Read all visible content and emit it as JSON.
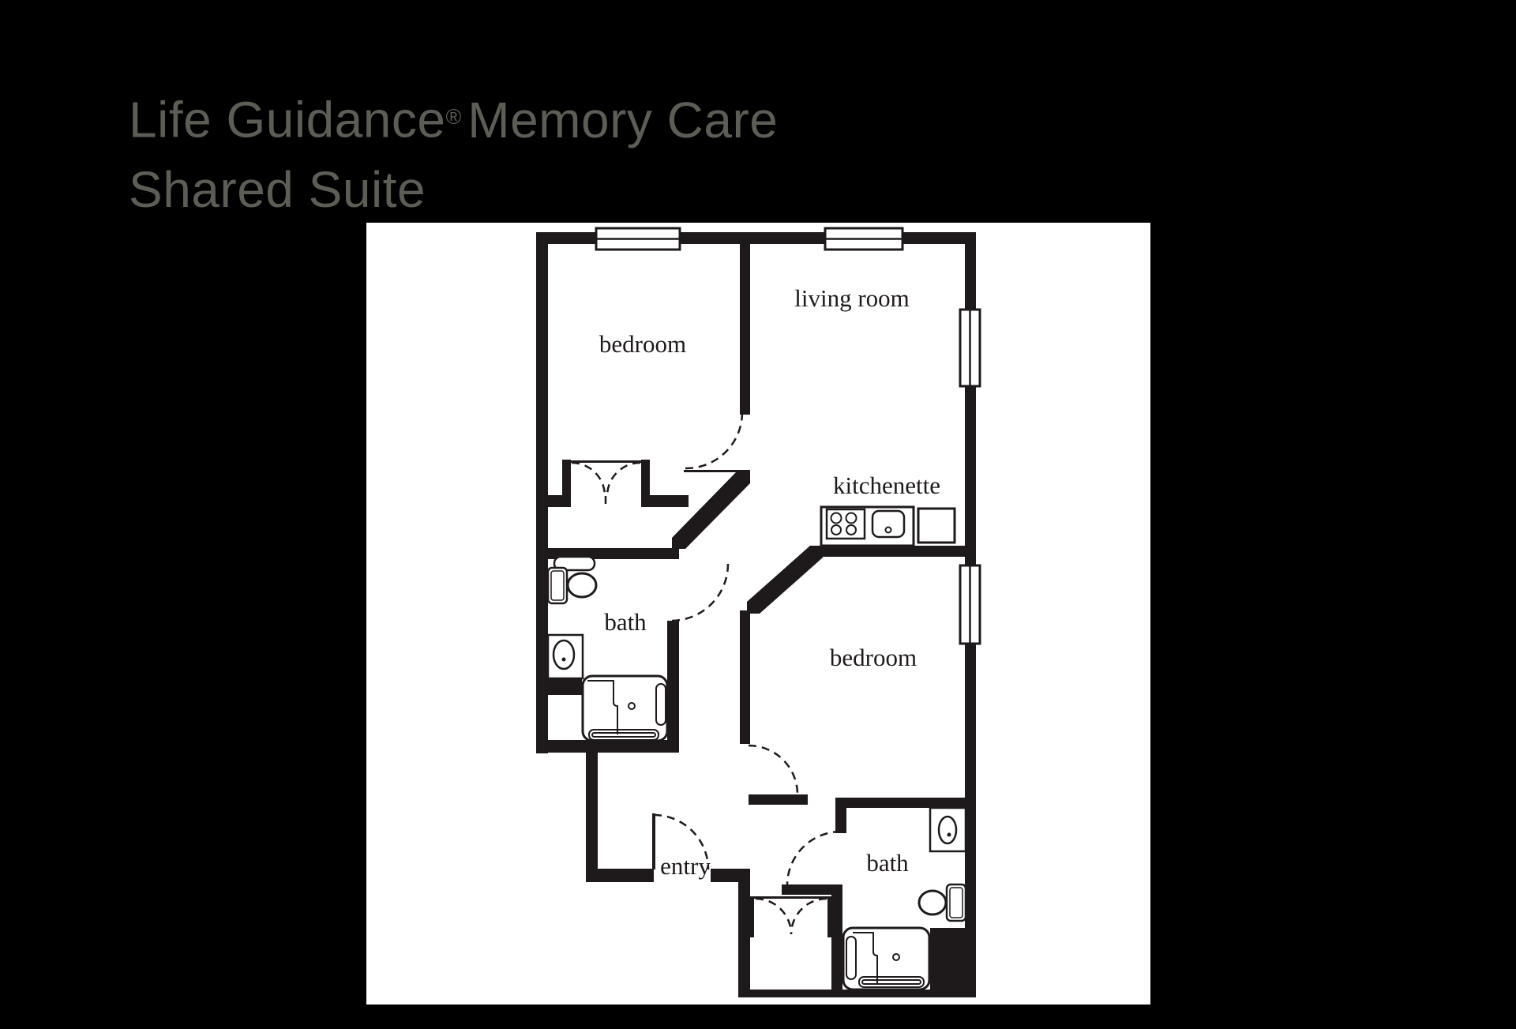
{
  "title": {
    "line1_prefix": "Life Guidance",
    "registered_mark": "®",
    "line1_suffix": "Memory Care",
    "line2": "Shared Suite"
  },
  "floor_plan": {
    "rooms": [
      {
        "id": "bedroom-upper",
        "label": "bedroom"
      },
      {
        "id": "living-room",
        "label": "living room"
      },
      {
        "id": "kitchenette",
        "label": "kitchenette"
      },
      {
        "id": "bath-upper",
        "label": "bath"
      },
      {
        "id": "bedroom-lower",
        "label": "bedroom"
      },
      {
        "id": "entry",
        "label": "entry"
      },
      {
        "id": "bath-lower",
        "label": "bath"
      }
    ],
    "fixture_icons": [
      "stove-icon",
      "kitchen-sink-icon",
      "refrigerator-icon",
      "toilet-icon",
      "bathroom-sink-icon",
      "bathtub-icon",
      "shelf-icon",
      "window-icon",
      "door-swing-icon"
    ],
    "window_count": 4,
    "door_swing_count": 7
  },
  "colors": {
    "background": "#000000",
    "plan_background": "#ffffff",
    "wall": "#1e1a1b",
    "label_text": "#1e1a1b",
    "title_text": "#5d5d56"
  }
}
